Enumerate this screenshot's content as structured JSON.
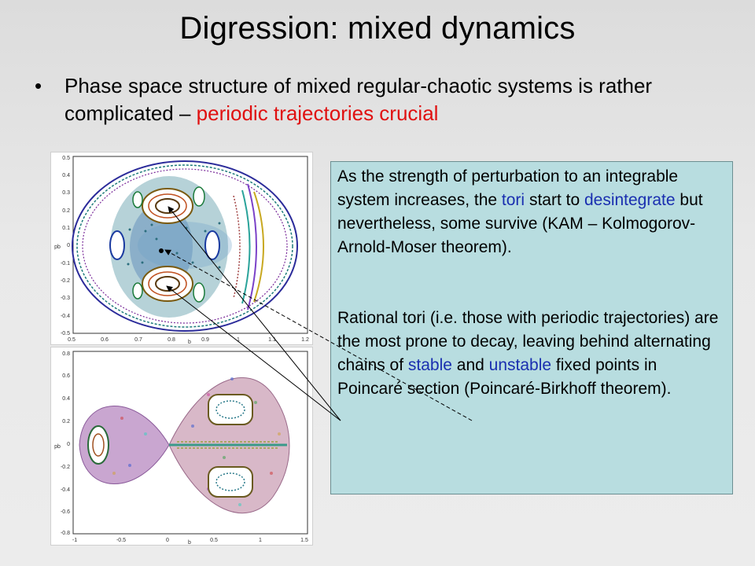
{
  "slide": {
    "title": "Digression: mixed dynamics",
    "bullet": {
      "text_before": "Phase space structure of mixed regular-chaotic systems is rather complicated – ",
      "text_highlight": "periodic trajectories crucial",
      "highlight_color": "#e01010"
    },
    "callout": {
      "p1_a": "As the strength of perturbation to an integrable system increases, the ",
      "p1_tori": "tori",
      "p1_b": " start to ",
      "p1_desintegrate": "desintegrate",
      "p1_c": " but nevertheless, some survive (KAM – Kolmogorov-Arnold-Moser theorem).",
      "p2_a": "Rational tori (i.e. those with periodic trajectories) are the most prone to decay, leaving behind alternating chains of ",
      "p2_stable": "stable",
      "p2_and": " and ",
      "p2_unstable": "unstable",
      "p2_b": " fixed points in Poincaré section (Poincaré-Birkhoff theorem).",
      "background": "#b8dde0",
      "term_color": "#1a2fb0"
    },
    "plot_top": {
      "xlabel": "b",
      "ylabel": "pb",
      "x_ticks": [
        "0.5",
        "0.6",
        "0.7",
        "0.8",
        "0.9",
        "1",
        "1.1",
        "1.2"
      ],
      "y_ticks": [
        "0.5",
        "0.4",
        "0.3",
        "0.2",
        "0.1",
        "0",
        "-0.1",
        "-0.2",
        "-0.3",
        "-0.4",
        "-0.5"
      ]
    },
    "plot_bottom": {
      "xlabel": "b",
      "ylabel": "pb",
      "x_ticks": [
        "-1",
        "-0.5",
        "0",
        "0.5",
        "1",
        "1.5"
      ],
      "y_ticks": [
        "0.8",
        "0.6",
        "0.4",
        "0.2",
        "0",
        "-0.2",
        "-0.4",
        "-0.6",
        "-0.8"
      ]
    }
  }
}
